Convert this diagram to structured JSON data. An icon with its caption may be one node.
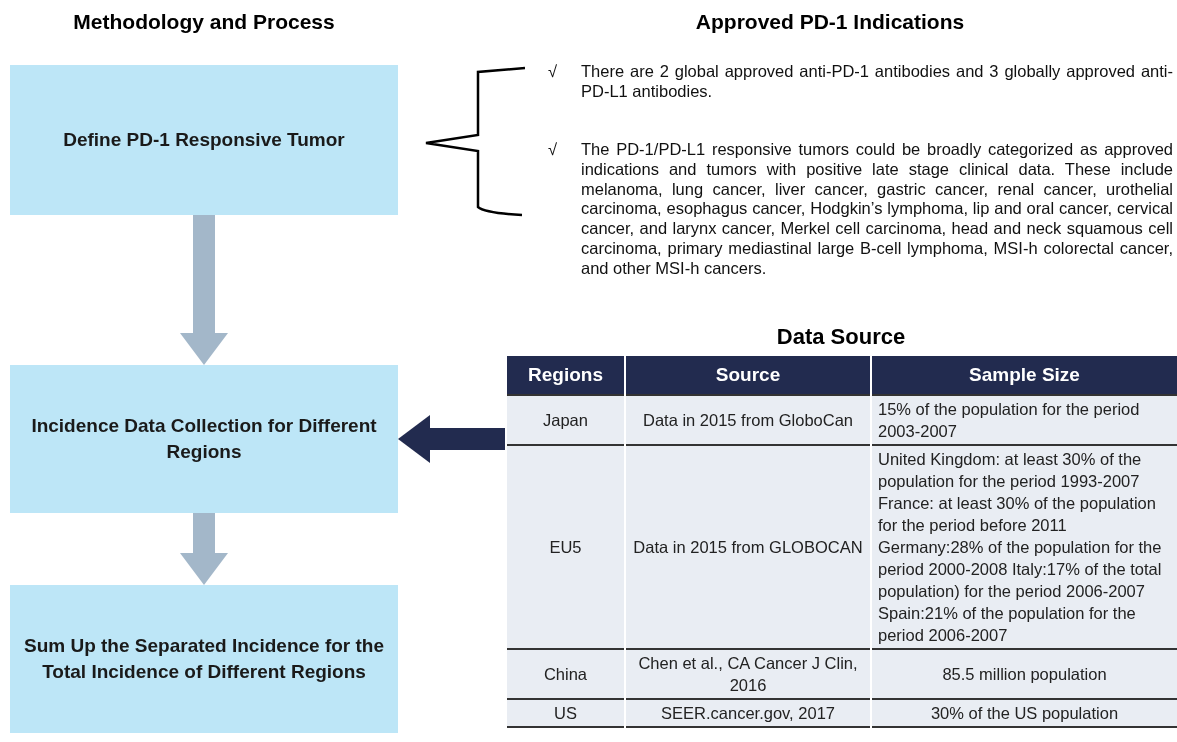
{
  "diagram": {
    "nodes": [
      {
        "text": [
          "Define PD-1 Responsive Tumor"
        ]
      },
      {
        "text": [
          "Incidence Data Collection for Different Regions"
        ]
      },
      {
        "text": [
          "Sum Up the Separated Incidence for the Total Incidence of Different Regions"
        ]
      },
      {
        "text": [
          "Data Source"
        ]
      }
    ],
    "edges": [
      {
        "from": 0,
        "to": 1,
        "arrow": "to"
      },
      {
        "from": 1,
        "to": 2,
        "arrow": "to"
      },
      {
        "from": 3,
        "to": 1,
        "arrow": "to",
        "color": "#222b4f"
      }
    ],
    "labels": [
      "Methodology and Process",
      "Approved PD-1 Indications",
      "√",
      "There are 2 global approved anti-PD-1 antibodies and 3 globally approved anti-PD-L1 antibodies.",
      "√",
      "The PD-1/PD-L1 responsive tumors could be broadly categorized as approved indications and tumors with positive late stage clinical data. These include melanoma, lung cancer, liver cancer, gastric cancer, renal cancer, urothelial carcinoma, esophagus cancer, Hodgkin’s lymphoma, lip and oral cancer, cervical cancer, and larynx cancer, Merkel cell carcinoma, head and neck squamous cell carcinoma, primary mediastinal large B-cell lymphoma, MSI-h colorectal cancer, and other MSI-h cancers.",
      "Regions",
      "Source",
      "Sample Size",
      "Japan",
      "Data in 2015 from GloboCan",
      "15% of the population for the period 2003-2007",
      "EU5",
      "Data in 2015 from GLOBOCAN",
      "United Kingdom: at least 30% of the population for the period 1993-2007 France: at least 30% of the population for the period before 2011 Germany:28% of the population for the period 2000-2008 Italy:17% of the total population) for the period 2006-2007 Spain:21% of the population for the period 2006-2007",
      "China",
      "Chen et al., CA Cancer J Clin, 2016",
      "85.5 million population",
      "US",
      "SEER.cancer.gov, 2017",
      "30% of the US population"
    ]
  }
}
